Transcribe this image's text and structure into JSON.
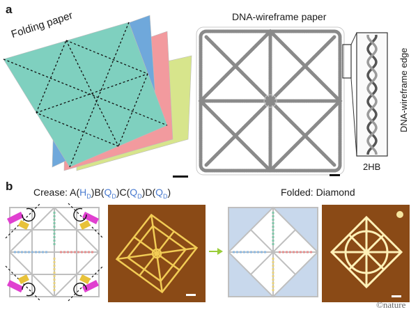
{
  "panel_a": {
    "letter": "a",
    "folding_paper_label": "Folding paper",
    "wireframe_title": "DNA-wireframe paper",
    "edge_label": "DNA-wireframe edge",
    "helix_label": "2HB",
    "sheet_colors": [
      "#7fd0bf",
      "#6fa8db",
      "#f29a9e",
      "#d7e58c"
    ]
  },
  "panel_b": {
    "letter": "b",
    "crease": {
      "prefix": "Crease: ",
      "parts": [
        {
          "letter": "A",
          "open": "(",
          "code": "H",
          "sub": "D",
          "close": ")"
        },
        {
          "letter": "B",
          "open": "(",
          "code": "Q",
          "sub": "D",
          "close": ")"
        },
        {
          "letter": "C",
          "open": "(",
          "code": "Q",
          "sub": "D",
          "close": ")"
        },
        {
          "letter": "D",
          "open": "(",
          "code": "Q",
          "sub": "D",
          "close": ")"
        }
      ]
    },
    "folded_label": "Folded: Diamond",
    "afm_color": "#8a4a16"
  },
  "credit": "©nature"
}
